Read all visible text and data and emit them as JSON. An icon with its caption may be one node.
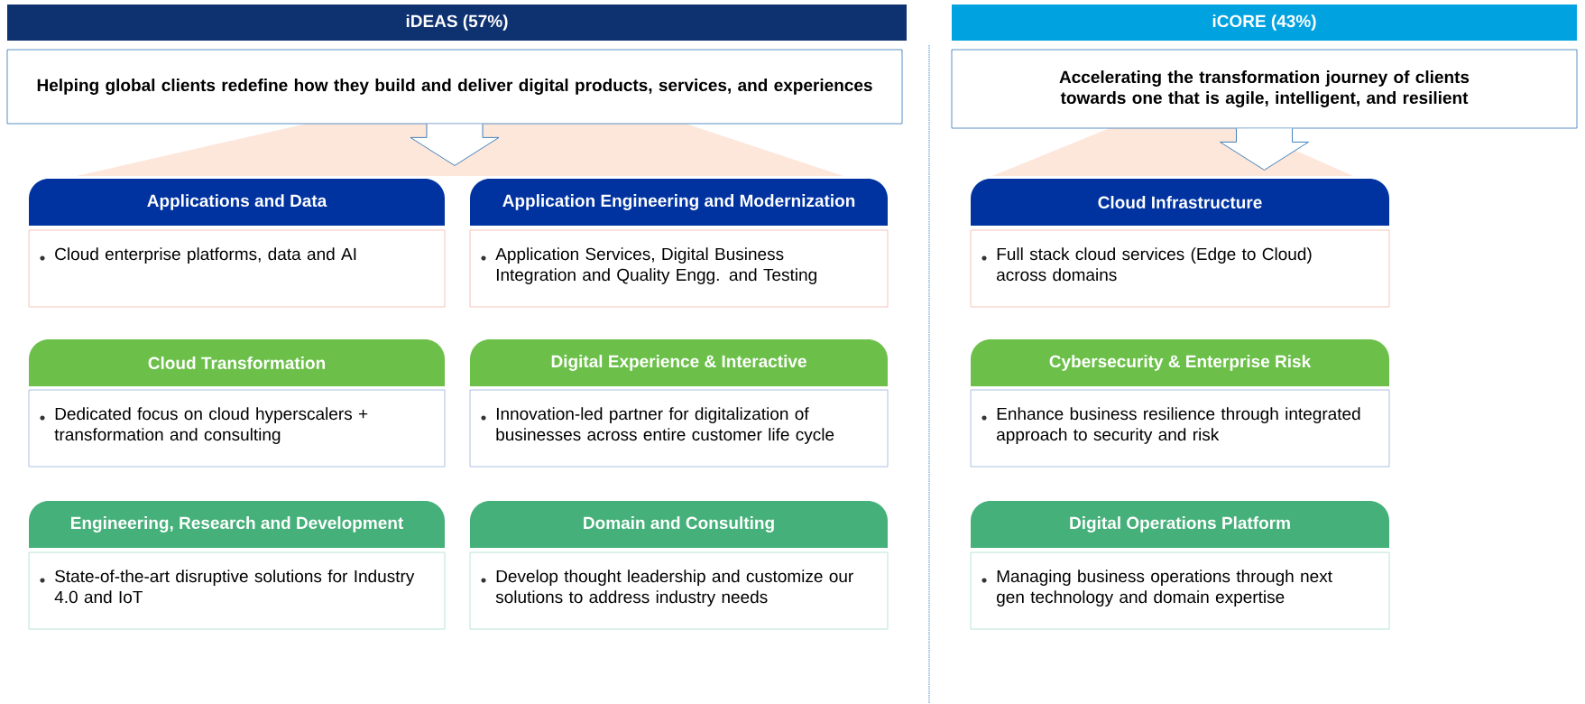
{
  "diagram": {
    "nodes": [
      {
        "text": [
          "iDEAS (57%)"
        ]
      },
      {
        "text": [
          "Helping global clients redefine how they build and deliver digital products, services, and experiences"
        ]
      },
      {
        "text": [
          "iCORE (43%)"
        ]
      },
      {
        "text": [
          "Accelerating the transformation journey of clients towards one that is agile, intelligent, and resilient"
        ]
      },
      {
        "text": [
          "Applications and Data"
        ]
      },
      {
        "text": [
          "Cloud enterprise platforms, data and AI"
        ]
      },
      {
        "text": [
          "Application Engineering and Modernization"
        ]
      },
      {
        "text": [
          "Application Services, Digital Business Integration and Quality Engg. and Testing"
        ]
      },
      {
        "text": [
          "Cloud Infrastructure"
        ]
      },
      {
        "text": [
          "Full stack cloud services (Edge to Cloud) across domains"
        ]
      },
      {
        "text": [
          "Cloud Transformation"
        ]
      },
      {
        "text": [
          "Dedicated focus on cloud hyperscalers + transformation and consulting"
        ]
      },
      {
        "text": [
          "Digital Experience & Interactive"
        ]
      },
      {
        "text": [
          "Innovation-led partner for digitalization of businesses across entire customer life cycle"
        ]
      },
      {
        "text": [
          "Cybersecurity & Enterprise Risk"
        ]
      },
      {
        "text": [
          "Enhance business resilience through integrated approach to security and risk"
        ]
      },
      {
        "text": [
          "Engineering, Research and Development"
        ]
      },
      {
        "text": [
          "State-of-the-art disruptive solutions for Industry 4.0 and IoT"
        ]
      },
      {
        "text": [
          "Domain and Consulting"
        ]
      },
      {
        "text": [
          "Develop thought leadership and customize our solutions to address industry needs"
        ]
      },
      {
        "text": [
          "Digital Operations Platform"
        ]
      },
      {
        "text": [
          "Managing business operations through next gen technology and domain expertise"
        ]
      }
    ],
    "edges": [
      {
        "from": 1,
        "to": null,
        "arrow": "to"
      },
      {
        "from": 3,
        "to": null,
        "arrow": "to"
      }
    ]
  }
}
